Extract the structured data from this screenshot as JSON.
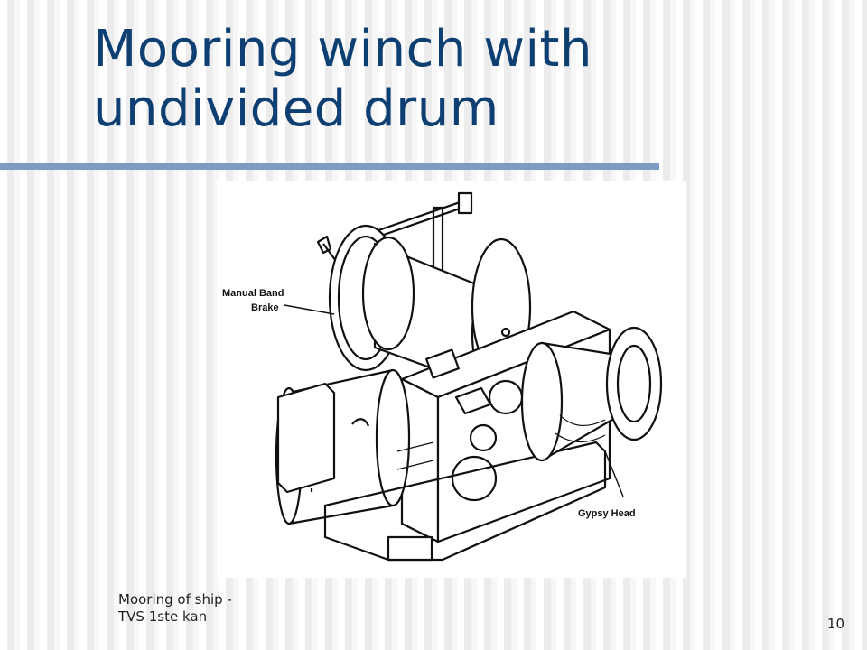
{
  "slide": {
    "title": "Mooring winch with undivided drum",
    "footer_line1": "Mooring of ship -",
    "footer_line2": "TVS 1ste kan",
    "page_number": "10"
  },
  "figure": {
    "label_brake_line1": "Manual Band",
    "label_brake_line2": "Brake",
    "label_gypsy": "Gypsy Head"
  }
}
